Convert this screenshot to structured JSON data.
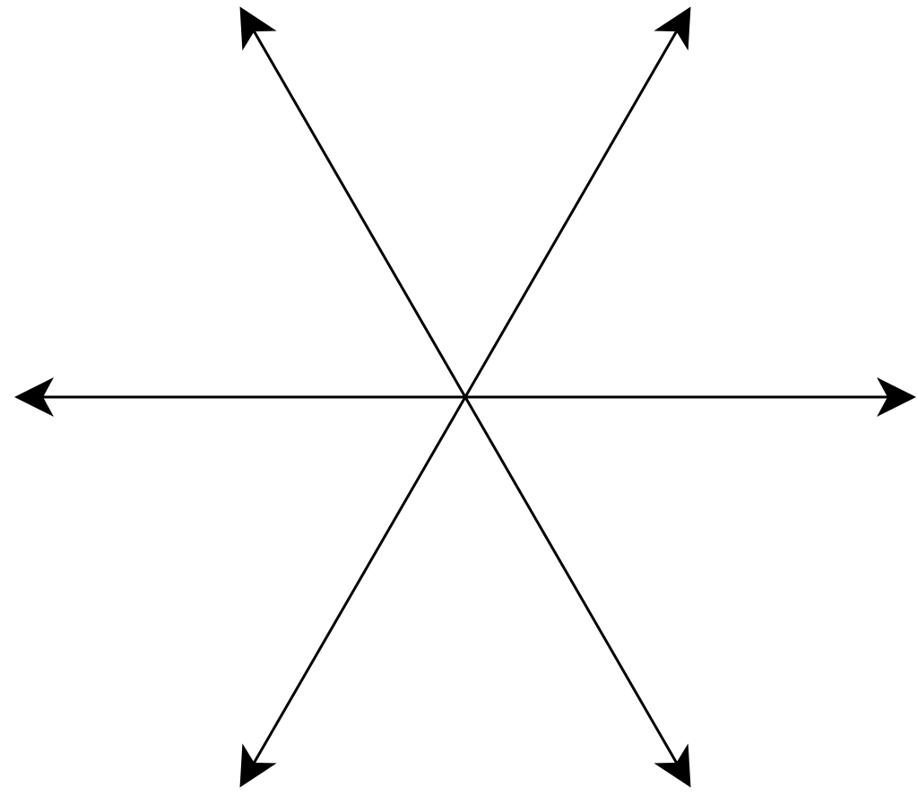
{
  "diagram": {
    "type": "three-lines-through-a-point",
    "line_color": "#000000",
    "background": "#ffffff",
    "arrowheads": true,
    "lines": [
      {
        "angle_deg": 0,
        "ends": [
          "left",
          "right"
        ]
      },
      {
        "angle_deg": 60,
        "ends": [
          "lower-left",
          "upper-right"
        ]
      },
      {
        "angle_deg": 120,
        "ends": [
          "lower-right",
          "upper-left"
        ]
      }
    ],
    "intersection": "center"
  }
}
